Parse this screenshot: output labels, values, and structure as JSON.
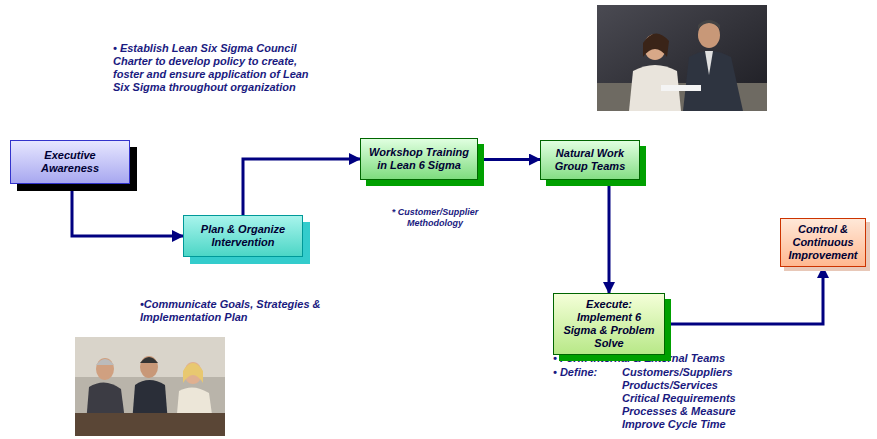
{
  "diagram": {
    "nodes": [
      {
        "text": [
          "Executive Awareness"
        ]
      },
      {
        "text": [
          "Plan & Organize Intervention"
        ]
      },
      {
        "text": [
          "Workshop Training in Lean 6 Sigma"
        ]
      },
      {
        "text": [
          "Natural Work Group Teams"
        ]
      },
      {
        "text": [
          "Execute: Implement 6 Sigma & Problem Solve"
        ]
      },
      {
        "text": [
          "Control & Continuous Improvement"
        ]
      }
    ],
    "edges": [
      {
        "from": 0,
        "to": 1,
        "arrow": "to"
      },
      {
        "from": 1,
        "to": 2,
        "arrow": "to"
      },
      {
        "from": 2,
        "to": 3,
        "arrow": "to"
      },
      {
        "from": 3,
        "to": 4,
        "arrow": "to"
      },
      {
        "from": 4,
        "to": 5,
        "arrow": "to"
      }
    ],
    "labels": [
      "• Establish Lean Six Sigma Council Charter to develop policy to create, foster and ensure application of Lean Six Sigma throughout organization",
      "* Customer/Supplier Methodology",
      "•Communicate Goals, Strategies & Implementation Plan",
      "• Form Internal & External Teams",
      "• Define:",
      "Customers/Suppliers",
      "Products/Services",
      "Critical Requirements",
      "Processes & Measure",
      "Improve Cycle Time"
    ]
  }
}
